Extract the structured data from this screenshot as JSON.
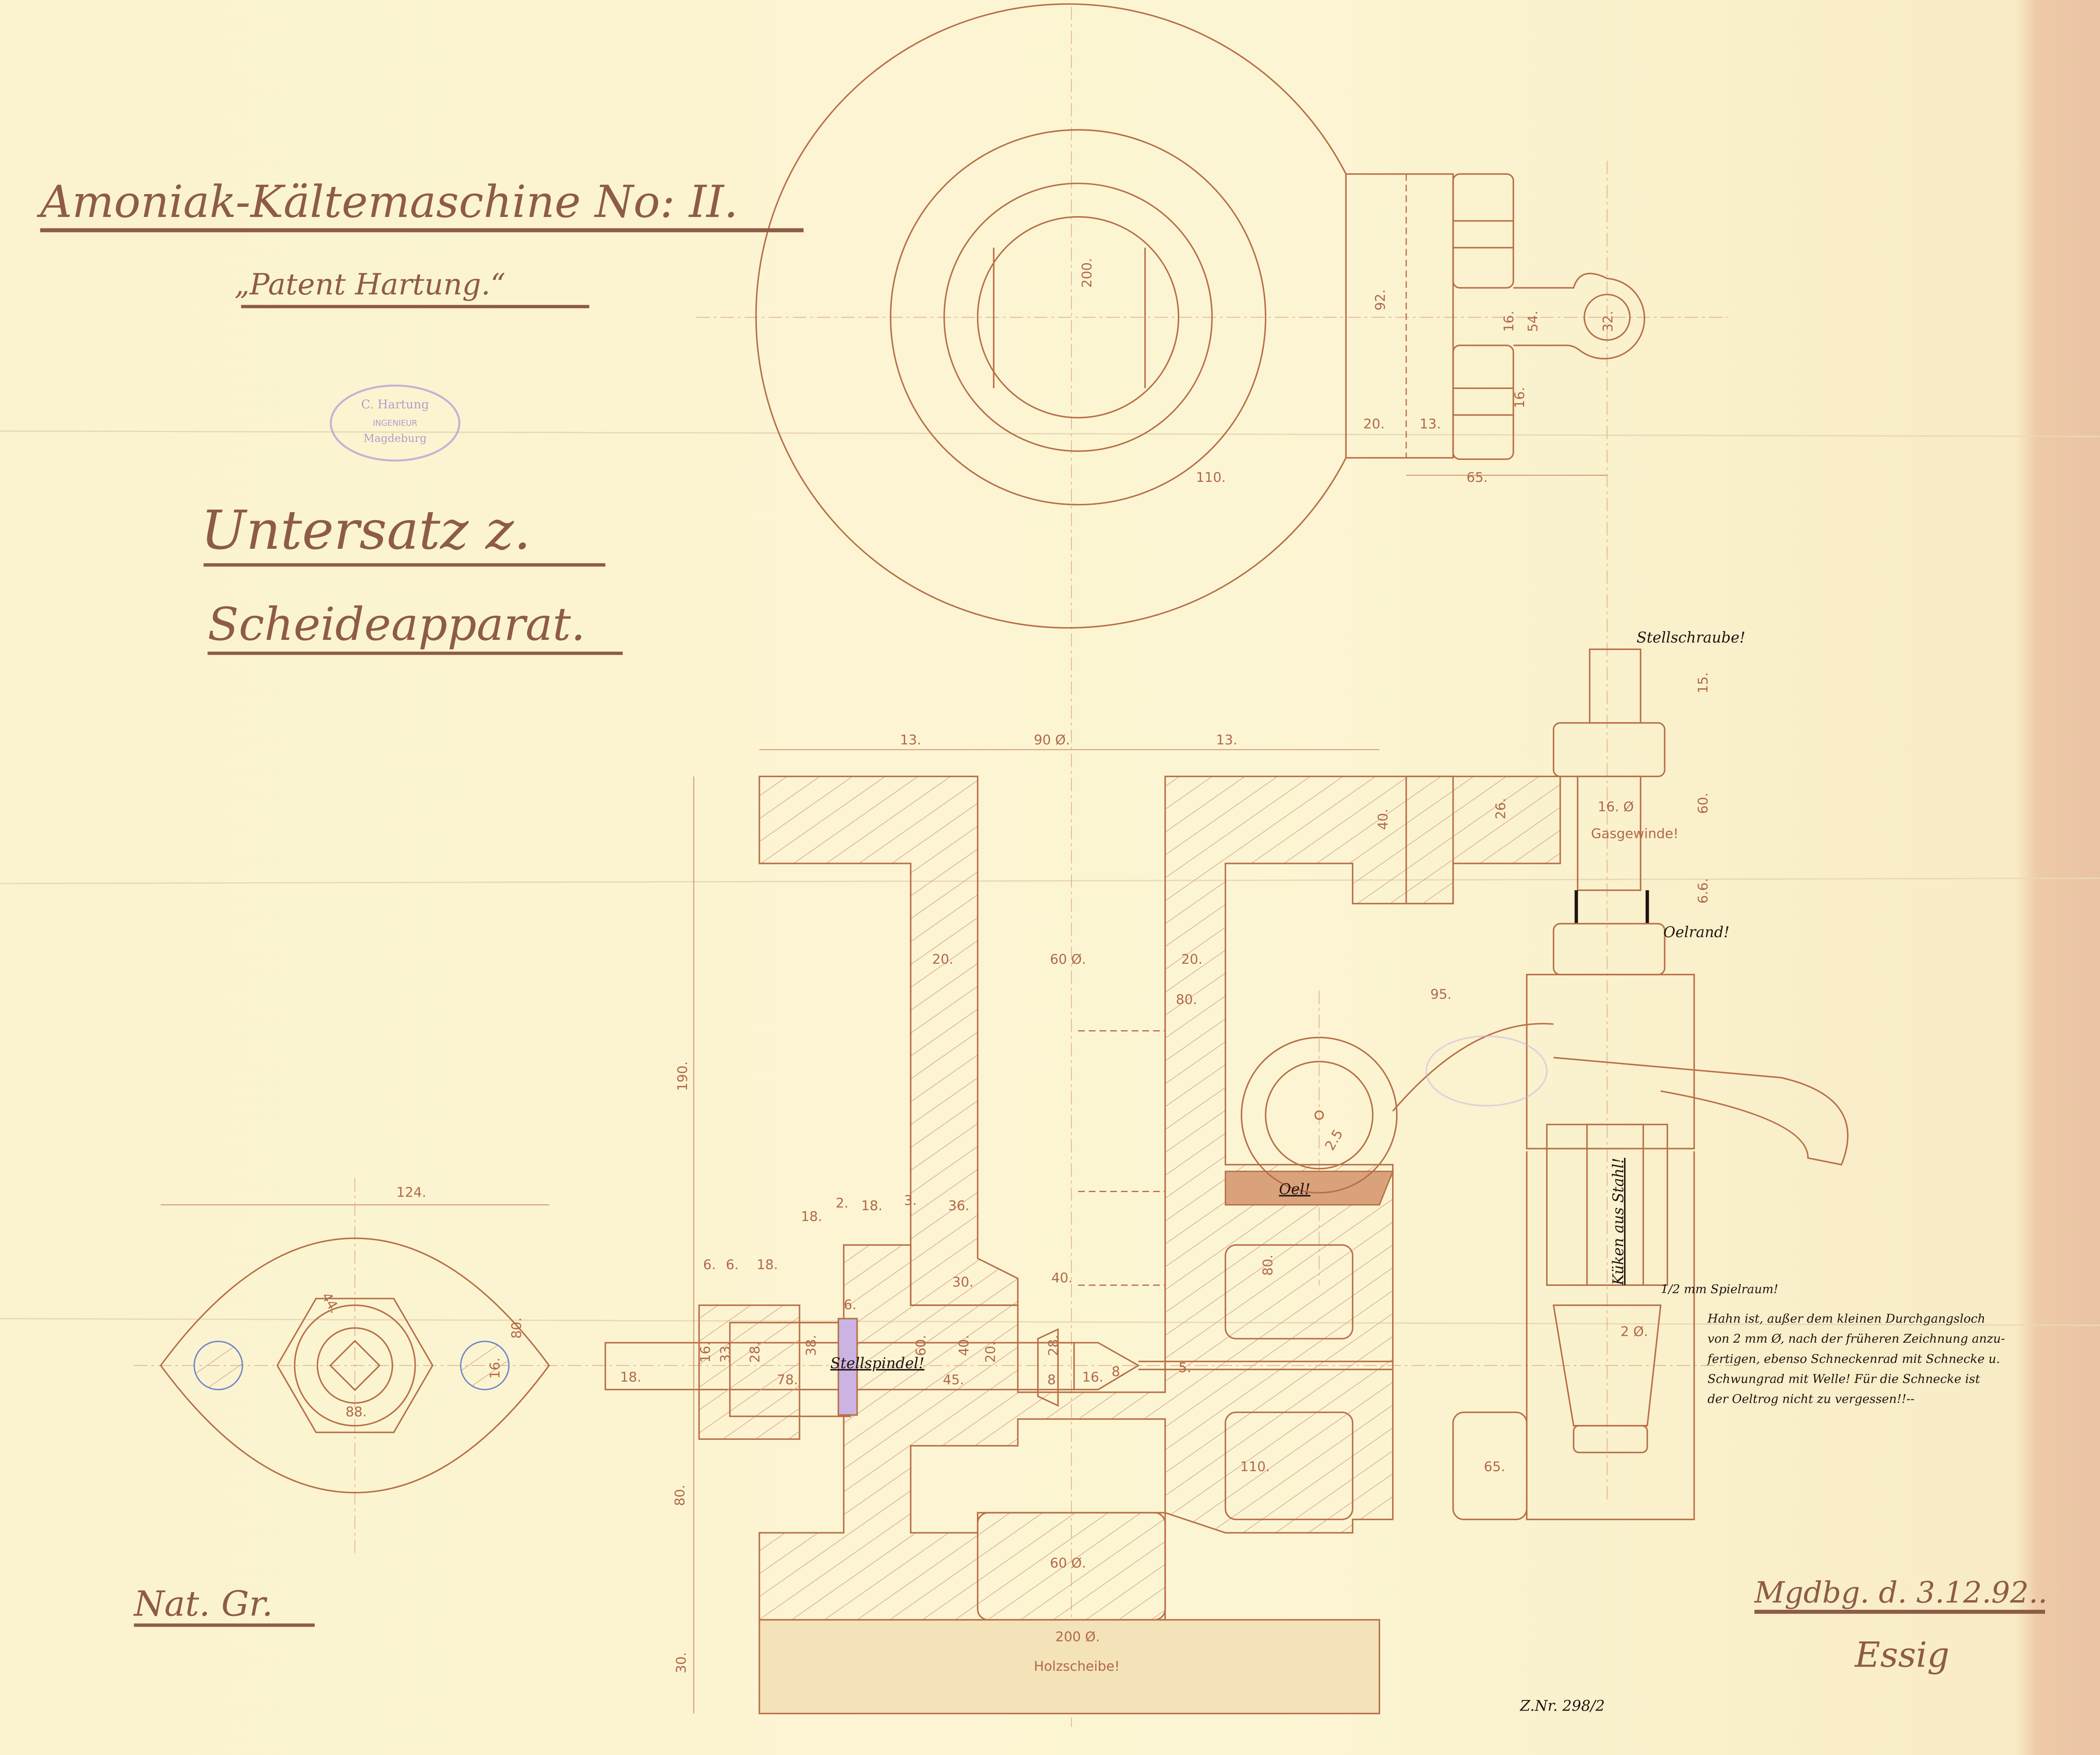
{
  "title": {
    "main": "Amoniak-Kältemaschine No: II.",
    "subtitle": "„Patent Hartung.“",
    "part_line1": "Untersatz z.",
    "part_line2": "Scheideapparat.",
    "scale": "Nat. Gr.",
    "place_date": "Mgdbg. d. 3.12.92..",
    "signature": "Essig",
    "drawing_number": "Z.Nr. 298/2"
  },
  "stamp": {
    "line1": "C. Hartung",
    "line2": "INGENIEUR",
    "line3": "Magdeburg"
  },
  "labels": {
    "set_screw": "Stellschraube!",
    "gas_thread": "Gasgewinde!",
    "oil_rim": "Oelrand!",
    "oil": "Oel!",
    "steel_plug": "Küken aus Stahl!",
    "spindle": "Stellspindel!",
    "wood_disc": "Holzscheibe!",
    "clearance": "1/2 mm Spielraum!"
  },
  "note": [
    "Hahn ist, außer dem kleinen Durchgangsloch",
    "von 2 mm Ø, nach der früheren Zeichnung anzu-",
    "fertigen, ebenso Schneckenrad mit Schnecke u.",
    "Schwungrad mit Welle! Für die Schnecke ist",
    "der Oeltrog nicht zu vergessen!!--"
  ],
  "dims": {
    "top": [
      "200.",
      "92.",
      "16.",
      "54.",
      "32.",
      "16.",
      "20.",
      "13.",
      "110.",
      "65."
    ],
    "main": [
      "13.",
      "90 Ø.",
      "13.",
      "40.",
      "26.",
      "16. Ø",
      "15.",
      "60.",
      "6.6.",
      "20.",
      "60 Ø.",
      "20.",
      "80.",
      "95.",
      "190.",
      "2.5",
      "18.",
      "2.",
      "18.",
      "3.",
      "36.",
      "30.",
      "40.",
      "80.",
      "6.",
      "6.",
      "18.",
      "6.",
      "16.",
      "33.",
      "28.",
      "38.",
      "78.",
      "60.",
      "40.",
      "20.",
      "45.",
      "28.",
      "8.",
      "16.",
      "8.",
      "18.",
      "5.",
      "110.",
      "65.",
      "60 Ø.",
      "200 Ø.",
      "80.",
      "30.",
      "2 Ø."
    ],
    "plan": [
      "124.",
      "44.",
      "80.",
      "88.",
      "16."
    ]
  },
  "colors": {
    "paper": "#fbf3cf",
    "line": "#b86f48",
    "ink": "#8e5c46",
    "stamp": "#b89ad8"
  }
}
